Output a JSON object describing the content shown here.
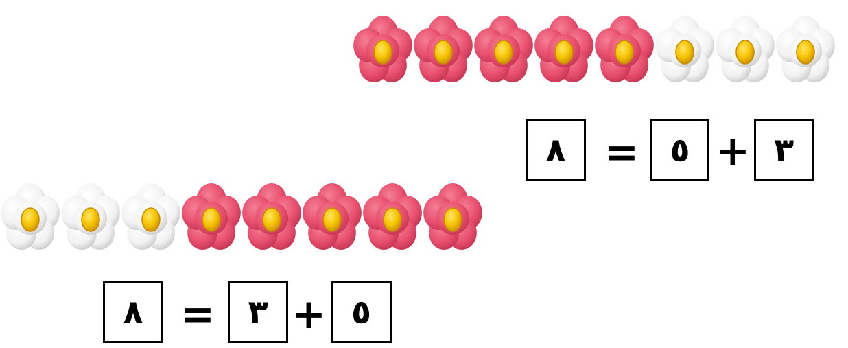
{
  "top_row": {
    "flowers": [
      "pink",
      "pink",
      "pink",
      "pink",
      "pink",
      "white",
      "white",
      "white"
    ],
    "equation": {
      "result": "٨",
      "equals": "=",
      "first": "٥",
      "plus": "+",
      "second": "٣"
    }
  },
  "bottom_row": {
    "flowers": [
      "white",
      "white",
      "white",
      "pink",
      "pink",
      "pink",
      "pink",
      "pink"
    ],
    "equation": {
      "result": "٨",
      "equals": "=",
      "first": "٣",
      "plus": "+",
      "second": "٥"
    }
  },
  "colors": {
    "pink_petal": "#e8506e",
    "pink_petal_light": "#f47f95",
    "pink_petal_dark": "#c43452",
    "white_petal": "#ffffff",
    "white_petal_shade": "#c9c9c9",
    "center": "#f5c400",
    "center_dark": "#c88a00"
  }
}
